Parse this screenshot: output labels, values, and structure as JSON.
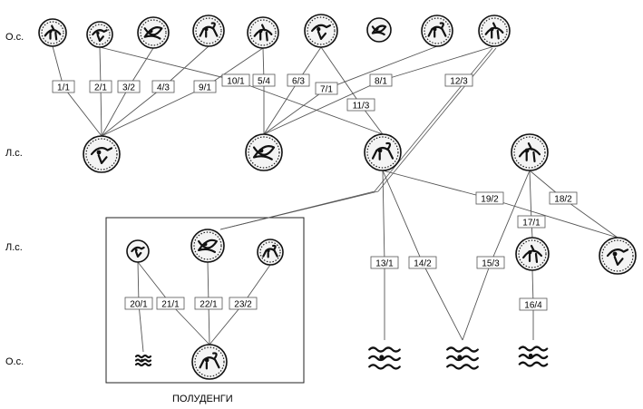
{
  "row_labels": [
    "О.с.",
    "Л.с.",
    "Л.с.",
    "О.с."
  ],
  "caption": "ПОЛУДЕНГИ",
  "edge_labels": [
    "1/1",
    "2/1",
    "3/2",
    "4/3",
    "9/1",
    "10/1",
    "5/4",
    "6/3",
    "7/1",
    "11/3",
    "8/1",
    "12/3",
    "19/2",
    "18/2",
    "17/1",
    "13/1",
    "14/2",
    "15/3",
    "16/4",
    "20/1",
    "21/1",
    "22/1",
    "23/2"
  ]
}
